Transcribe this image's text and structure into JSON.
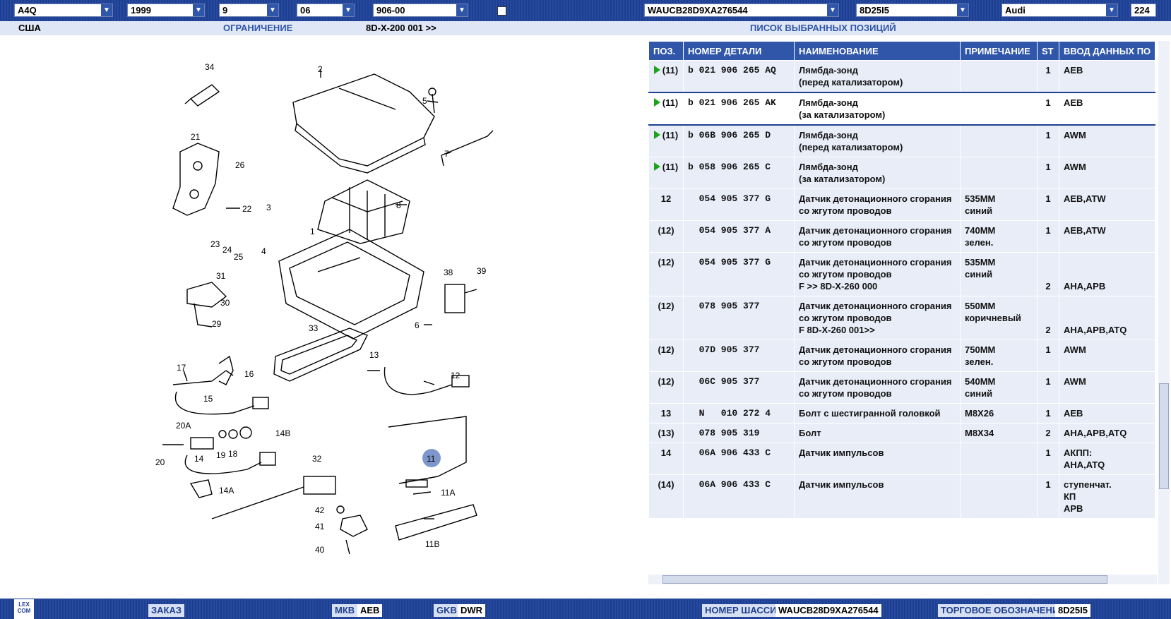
{
  "filters": {
    "model": "A4Q",
    "year": "1999",
    "f3": "9",
    "f4": "06",
    "group": "906-00",
    "vin": "WAUCB28D9XA276544",
    "code": "8D25I5",
    "brand": "Audi",
    "page": "224"
  },
  "subbar": {
    "market": "США",
    "restriction_label": "ОГРАНИЧЕНИЕ",
    "restriction_value": "8D-X-200 001 >>",
    "list_label": "ПИСОК ВЫБРАННЫХ ПОЗИЦИЙ"
  },
  "table": {
    "headers": [
      "ПОЗ.",
      "НОМЕР ДЕТАЛИ",
      "НАИМЕНОВАНИЕ",
      "ПРИМЕЧАНИЕ",
      "ST",
      "ВВОД ДАННЫХ ПО"
    ],
    "rows": [
      {
        "pos": "(11)",
        "part": "b 021 906 265 AQ",
        "name": "Лямбда-зонд\n(перед катализатором)",
        "note": "",
        "st": "1",
        "input": "AEB",
        "marker": true
      },
      {
        "pos": "(11)",
        "part": "b 021 906 265 AK",
        "name": "Лямбда-зонд\n(за катализатором)",
        "note": "",
        "st": "1",
        "input": "AEB",
        "marker": true
      },
      {
        "pos": "(11)",
        "part": "b 06B 906 265 D",
        "name": "Лямбда-зонд\n(перед катализатором)",
        "note": "",
        "st": "1",
        "input": "AWM",
        "marker": true
      },
      {
        "pos": "(11)",
        "part": "b 058 906 265 C",
        "name": "Лямбда-зонд\n(за катализатором)",
        "note": "",
        "st": "1",
        "input": "AWM",
        "marker": true
      },
      {
        "pos": "12",
        "part": "  054 905 377 G",
        "name": "Датчик детонационного сгорания\nсо жгутом проводов",
        "note": "535MM\nсиний",
        "st": "1",
        "input": "AEB,ATW",
        "marker": false
      },
      {
        "pos": "(12)",
        "part": "  054 905 377 A",
        "name": "Датчик детонационного сгорания\nсо жгутом проводов",
        "note": "740MM\nзелен.",
        "st": "1",
        "input": "AEB,ATW",
        "marker": false
      },
      {
        "pos": "(12)",
        "part": "  054 905 377 G",
        "name": "Датчик детонационного сгорания\nсо жгутом проводов\nF            >> 8D-X-260 000",
        "note": "535MM\nсиний",
        "st": "\n\n2",
        "input": "\n\nAHA,APB",
        "marker": false
      },
      {
        "pos": "(12)",
        "part": "  078 905 377",
        "name": "Датчик детонационного сгорания\nсо жгутом проводов\nF 8D-X-260 001>>",
        "note": "550MM\nкоричневый",
        "st": "\n\n2",
        "input": "\n\nAHA,APB,ATQ",
        "marker": false
      },
      {
        "pos": "(12)",
        "part": "  07D 905 377",
        "name": "Датчик детонационного сгорания\nсо жгутом проводов",
        "note": "750MM\nзелен.",
        "st": "1",
        "input": "AWM",
        "marker": false
      },
      {
        "pos": "(12)",
        "part": "  06C 905 377",
        "name": "Датчик детонационного сгорания\nсо жгутом проводов",
        "note": "540MM\nсиний",
        "st": "1",
        "input": "AWM",
        "marker": false
      },
      {
        "pos": "13",
        "part": "  N   010 272 4",
        "name": "Болт с шестигранной головкой",
        "note": "M8X26",
        "st": "1",
        "input": "AEB",
        "marker": false
      },
      {
        "pos": "(13)",
        "part": "  078 905 319",
        "name": "Болт",
        "note": "M8X34",
        "st": "2",
        "input": "AHA,APB,ATQ",
        "marker": false
      },
      {
        "pos": "14",
        "part": "  06A 906 433 C",
        "name": "Датчик импульсов",
        "note": "",
        "st": "1",
        "input": "АКПП:\nAHA,ATQ",
        "marker": false
      },
      {
        "pos": "(14)",
        "part": "  06A 906 433 C",
        "name": "Датчик импульсов",
        "note": "",
        "st": "1",
        "input": "ступенчат.\nКП\nAPB",
        "marker": false
      }
    ]
  },
  "bottom": {
    "logo": "LEX COM",
    "order_label": "ЗАКАЗ",
    "mkb_label": "МКВ",
    "mkb_value": "AEB",
    "gkb_label": "GKB",
    "gkb_value": "DWR",
    "chassis_label": "НОМЕР ШАССИ",
    "chassis_value": "WAUCB28D9XA276544",
    "trade_label": "ТОРГОВОЕ ОБОЗНАЧЕНИЕ",
    "trade_value": "8D25I5"
  },
  "diagram": {
    "labels": [
      "34",
      "2",
      "5",
      "7",
      "21",
      "26",
      "22",
      "3",
      "8",
      "1",
      "23",
      "24",
      "25",
      "4",
      "38",
      "39",
      "31",
      "30",
      "29",
      "33",
      "6",
      "17",
      "16",
      "13",
      "12",
      "15",
      "20A",
      "14B",
      "20",
      "14",
      "19",
      "18",
      "11",
      "32",
      "14A",
      "11A",
      "42",
      "41",
      "40",
      "11B"
    ],
    "highlight_label": "11"
  },
  "colors": {
    "bar": "#1e3f8f",
    "header": "#2f56a8",
    "row": "#e8edf8",
    "highlight": "#7d96cc"
  }
}
